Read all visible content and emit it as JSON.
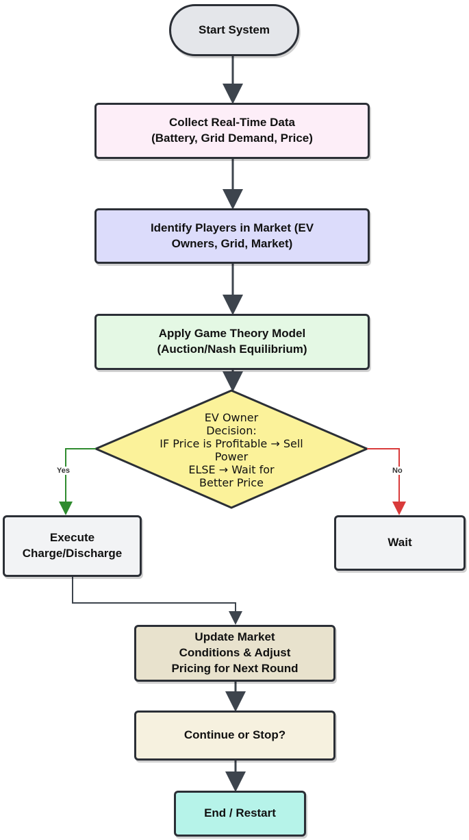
{
  "nodes": {
    "start": "Start System",
    "collect": "Collect Real-Time Data\n(Battery, Grid Demand, Price)",
    "identify": "Identify Players in Market (EV\nOwners, Grid, Market)",
    "apply": "Apply Game Theory Model\n(Auction/Nash Equilibrium)",
    "decision": "EV Owner\nDecision:\nIF Price is Profitable → Sell\nPower\nELSE → Wait for\nBetter Price",
    "execute": "Execute\nCharge/Discharge",
    "wait": "Wait",
    "update": "Update Market\nConditions &  Adjust\nPricing for Next Round",
    "continue": "Continue or Stop?",
    "end": "End / Restart"
  },
  "edges": {
    "yes_label": "Yes",
    "no_label": "No"
  },
  "colors": {
    "start": "#e4e6ea",
    "collect": "#fdeef8",
    "identify": "#dcdcfb",
    "apply": "#e4f8e4",
    "decision": "#fbf29a",
    "execute": "#f2f3f5",
    "wait": "#f2f3f5",
    "update": "#e8e2cd",
    "continue": "#f6f1df",
    "end": "#b6f3e9",
    "yes_arrow": "#2e8b2e",
    "no_arrow": "#d93a3a",
    "default_arrow": "#3d444d"
  }
}
